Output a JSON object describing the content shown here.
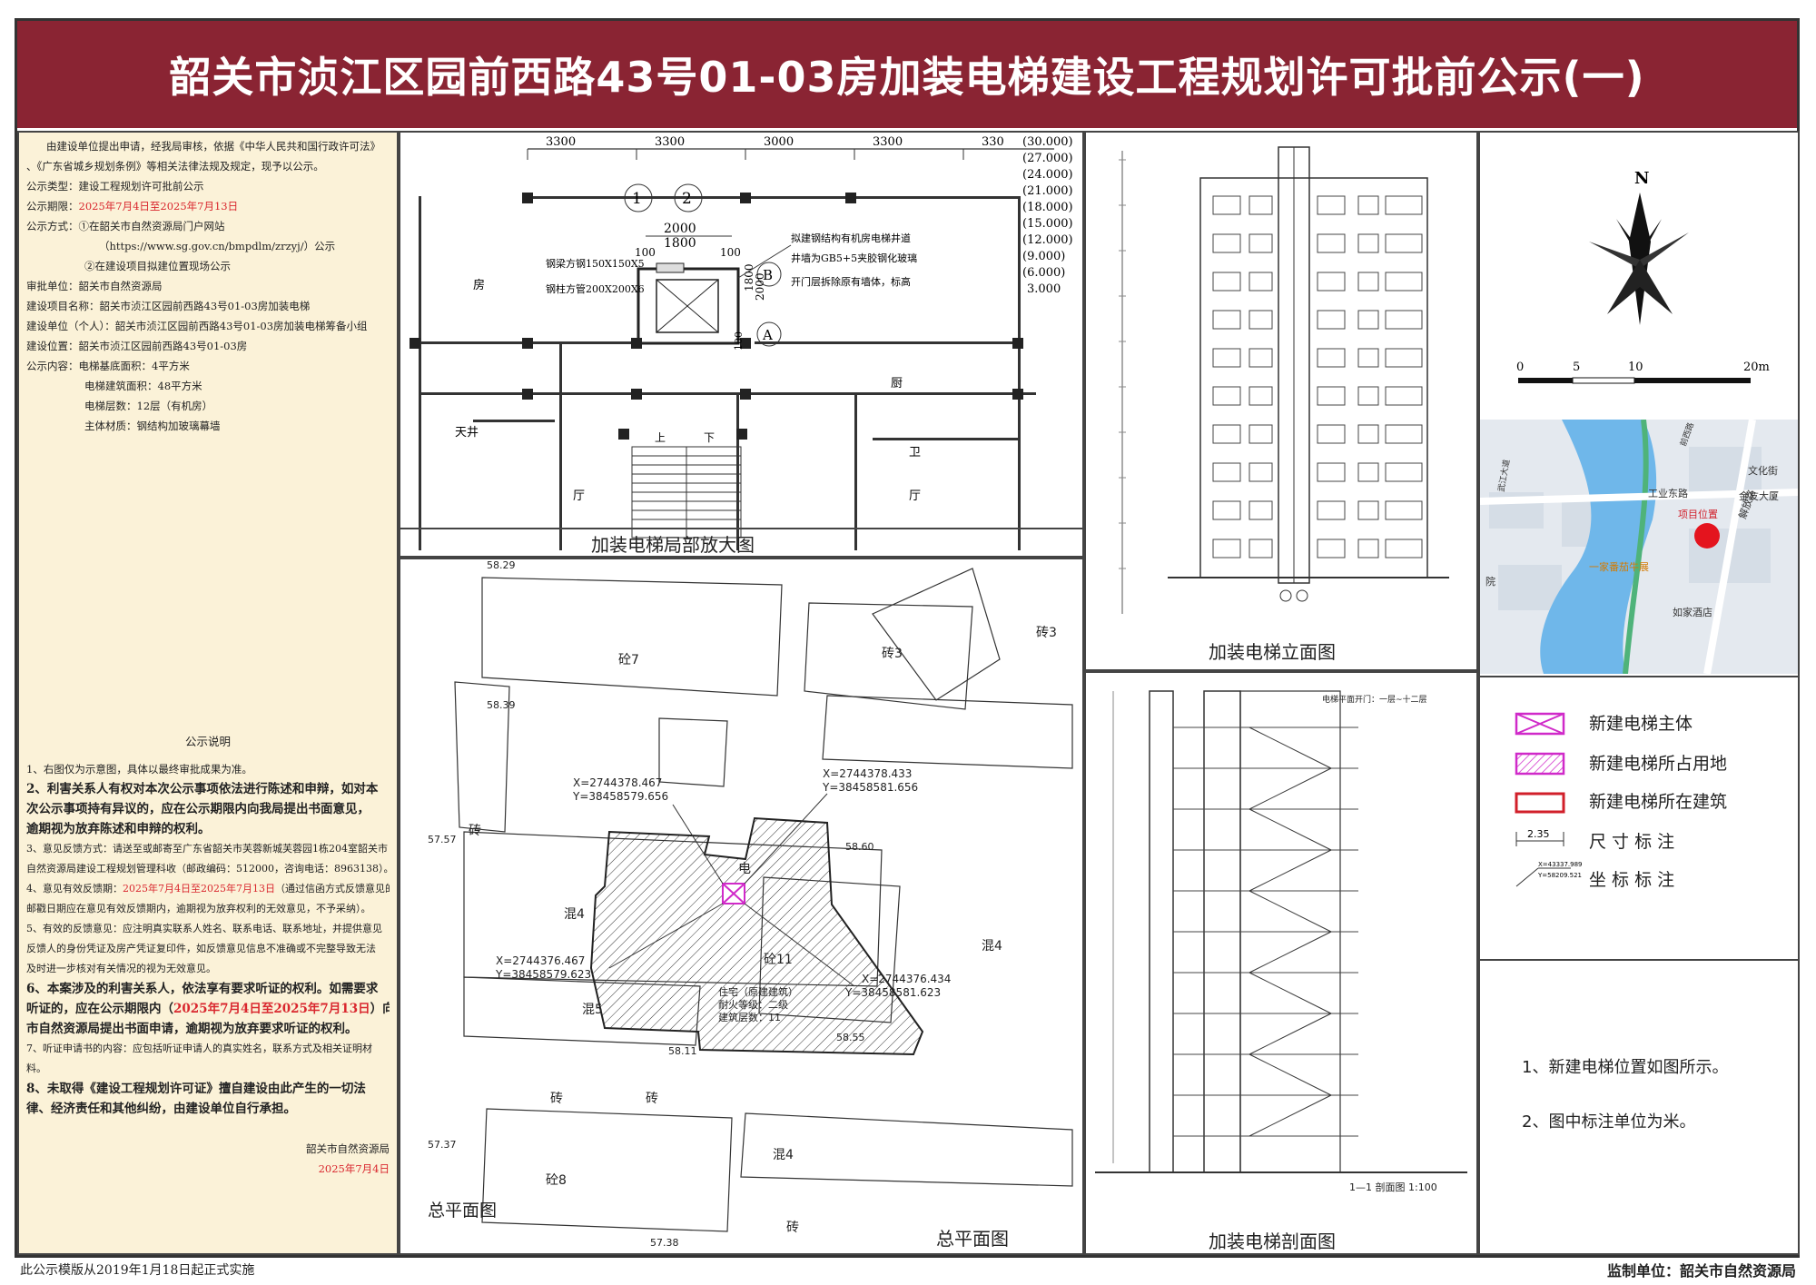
{
  "title": "韶关市浈江区园前西路43号01-03房加装电梯建设工程规划许可批前公示(一)",
  "notice": {
    "intro_1": "由建设单位提出申请，经我局审核，依据《中华人民共和国行政许可法》",
    "intro_2": "、《广东省城乡规划条例》等相关法律法规及规定，现予以公示。",
    "type": "公示类型：建设工程规划许可批前公示",
    "period_label": "公示期限：",
    "period": "2025年7月4日至2025年7月13日",
    "method_label": "公示方式：①在韶关市自然资源局门户网站",
    "method_url": "（https://www.sg.gov.cn/bmpdlm/zrzyj/）公示",
    "method_2": "②在建设项目拟建位置现场公示",
    "approver": "审批单位：韶关市自然资源局",
    "project": "建设项目名称：韶关市浈江区园前西路43号01-03房加装电梯",
    "builder": "建设单位（个人）：韶关市浈江区园前西路43号01-03房加装电梯筹备小组",
    "location": "建设位置：韶关市浈江区园前西路43号01-03房",
    "content_label": "公示内容：电梯基底面积：4平方米",
    "area": "电梯建筑面积：48平方米",
    "floors": "电梯层数：12层（有机房）",
    "material": "主体材质：钢结构加玻璃幕墙",
    "explain_title": "公示说明",
    "e1": "1、右图仅为示意图，具体以最终审批成果为准。",
    "e2a": "2、利害关系人有权对本次公示事项依法进行陈述和申辩，如对本",
    "e2b": "次公示事项持有异议的，应在公示期限内向我局提出书面意见，",
    "e2c": "逾期视为放弃陈述和申辩的权利。",
    "e3a": "3、意见反馈方式：请送至或邮寄至广东省韶关市芙蓉新城芙蓉园1栋204室韶关市",
    "e3b": "自然资源局建设工程规划管理科收（邮政编码：512000，咨询电话：8963138）。",
    "e4a": "4、意见有效反馈期：",
    "e4_date": "2025年7月4日至2025年7月13日",
    "e4b": "（通过信函方式反馈意见的",
    "e4c": "邮戳日期应在意见有效反馈期内，逾期视为放弃权利的无效意见，不予采纳）。",
    "e5a": "5、有效的反馈意见：应注明真实联系人姓名、联系电话、联系地址，并提供意见",
    "e5b": "反馈人的身份凭证及房产凭证复印件，如反馈意见信息不准确或不完整导致无法",
    "e5c": "及时进一步核对有关情况的视为无效意见。",
    "e6a": "6、本案涉及的利害关系人，依法享有要求听证的权利。如需要求",
    "e6b1": "听证的，应在公示期限内（",
    "e6_date": "2025年7月4日至2025年7月13日",
    "e6b2": "）向韶关",
    "e6c": "市自然资源局提出书面申请，逾期视为放弃要求听证的权利。",
    "e7a": "7、听证申请书的内容：应包括听证申请人的真实姓名，联系方式及相关证明材",
    "e7b": "料。",
    "e8a": "8、未取得《建设工程规划许可证》擅自建设由此产生的一切法",
    "e8b": "律、经济责任和其他纠纷，由建设单位自行承担。",
    "sign_org": "韶关市自然资源局",
    "sign_date": "2025年7月4日"
  },
  "captions": {
    "detail": "加装电梯局部放大图",
    "elevation": "加装电梯立面图",
    "site": "总平面图",
    "site_inner": "总平面图",
    "section": "加装电梯剖面图"
  },
  "detail_plan": {
    "dims_top": [
      "3300",
      "3300",
      "3000",
      "3300",
      "330"
    ],
    "axis_1": "1",
    "axis_2": "2",
    "dim_2000": "2000",
    "dim_1800": "1800",
    "dim_100a": "100",
    "dim_100b": "100",
    "dim_v1800": "1800",
    "dim_v2000": "2000",
    "dim_v100": "100",
    "axis_b": "B",
    "axis_a": "A",
    "note_1": "拟建钢结构有机房电梯井道",
    "note_2": "井墙为GB5+5夹胶钢化玻璃",
    "note_3": "开门层拆除原有墙体，标高",
    "steel_1": "钢梁方钢150X150X5",
    "steel_2": "钢柱方管200X200X6",
    "room_fang": "房",
    "room_chu": "厨",
    "room_tianjing": "天井",
    "room_wei": "卫",
    "room_ting1": "厅",
    "room_ting2": "厅",
    "up": "上",
    "down": "下",
    "elevations": [
      "(30.000)",
      "(27.000)",
      "(24.000)",
      "(21.000)",
      "(18.000)",
      "(15.000)",
      "(12.000)",
      "(9.000)",
      "(6.000)",
      "3.000"
    ]
  },
  "site_plan": {
    "labels": {
      "b7": "砼7",
      "z3a": "砖3",
      "z3b": "砖3",
      "h4a": "混4",
      "h4b": "混4",
      "h4c": "混4",
      "h5": "混5",
      "b11": "砼11",
      "b8": "砼8",
      "zh1": "砖",
      "zh2": "砖",
      "zh3": "砖",
      "zh4": "砖",
      "dian": "电"
    },
    "spots": [
      "58.29",
      "58.39",
      "57.57",
      "58.60",
      "58.55",
      "58.11",
      "57.37",
      "57.38"
    ],
    "coords": {
      "c1x": "X=2744378.467",
      "c1y": "Y=38458579.656",
      "c2x": "X=2744378.433",
      "c2y": "Y=38458581.656",
      "c3x": "X=2744376.467",
      "c3y": "Y=38458579.623",
      "c4x": "X=2744376.434",
      "c4y": "Y=38458581.623"
    },
    "bldg_note_1": "住宅（原建建筑）",
    "bldg_note_2": "耐火等级：二级",
    "bldg_note_3": "建筑层数：11"
  },
  "section": {
    "header_note": "电梯平面开门：一层~十二层",
    "scale_note": "1—1 剖面图 1:100"
  },
  "north": {
    "label": "N",
    "scale_0": "0",
    "scale_5": "5",
    "scale_10": "10",
    "scale_20": "20m"
  },
  "map": {
    "road_1": "工业东路",
    "road_2": "解放路",
    "road_3": "文化街",
    "project": "项目位置",
    "poi_1": "金友大厦",
    "poi_2": "一家番茄牛展",
    "poi_3": "如家酒店",
    "poi_4": "院",
    "river_road": "武江大道",
    "road_top": "前西路"
  },
  "legend": {
    "l1": "新建电梯主体",
    "l2": "新建电梯所占用地",
    "l3": "新建电梯所在建筑",
    "l4": "尺 寸 标 注",
    "l5": "坐 标 标 注",
    "l4_sample": "2.35",
    "l5_sample_x": "X=43337.989",
    "l5_sample_y": "Y=58209.521"
  },
  "notes": {
    "n1": "1、新建电梯位置如图所示。",
    "n2": "2、图中标注单位为米。"
  },
  "footer": {
    "left": "此公示模版从2019年1月18日起正式实施",
    "right": "监制单位：韶关市自然资源局"
  },
  "colors": {
    "title_bg": "#8a2433",
    "left_bg": "#fbf2d8",
    "accent_red": "#d9272e",
    "legend_magenta": "#d02ac9",
    "legend_red": "#d11f2a"
  }
}
